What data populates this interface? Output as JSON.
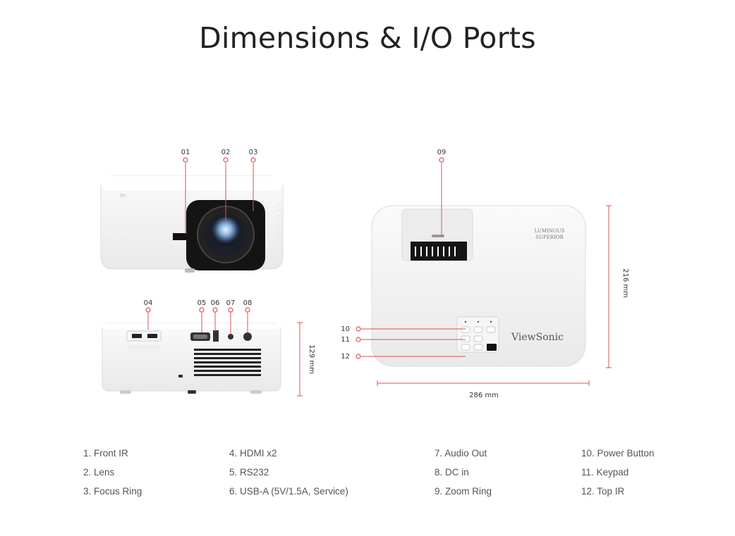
{
  "title": "Dimensions & I/O Ports",
  "callouts": {
    "c01": "01",
    "c02": "02",
    "c03": "03",
    "c04": "04",
    "c05": "05",
    "c06": "06",
    "c07": "07",
    "c08": "08",
    "c09": "09",
    "c10": "10",
    "c11": "11",
    "c12": "12"
  },
  "dimensions": {
    "height": "129 mm",
    "width": "286 mm",
    "depth": "216 mm"
  },
  "brand": {
    "logo": "ViewSonic",
    "badge_line1": "LUMINOUS",
    "badge_line2": "SUPERIOR"
  },
  "legend": {
    "col1": [
      "1. Front IR",
      "2. Lens",
      "3. Focus Ring"
    ],
    "col2": [
      "4. HDMI x2",
      "5. RS232",
      "6. USB-A (5V/1.5A, Service)"
    ],
    "col3": [
      "7. Audio Out",
      "8. DC in",
      "9. Zoom Ring"
    ],
    "col4": [
      "10. Power Button",
      "11. Keypad",
      "12. Top IR"
    ]
  },
  "colors": {
    "callout_red": "#e05050",
    "body_white": "#f4f4f4",
    "outline": "#d8d8d8",
    "lens_blue": "#7fa9d6"
  }
}
